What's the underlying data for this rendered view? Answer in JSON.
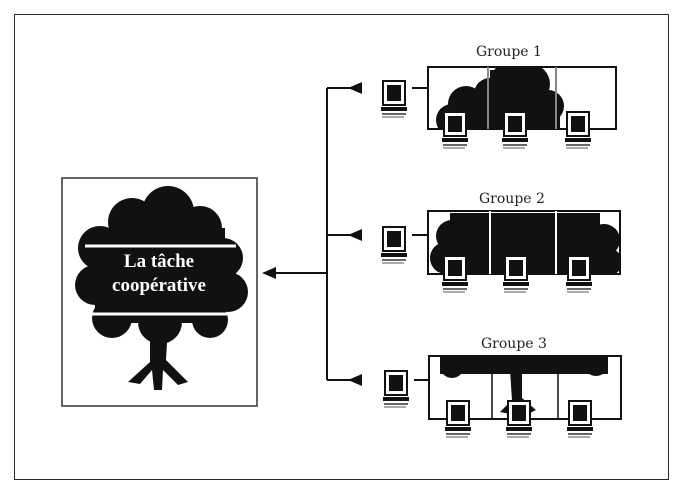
{
  "diagram": {
    "task_label_line1": "La tâche",
    "task_label_line2": "coopérative",
    "groups": [
      {
        "label": "Groupe 1"
      },
      {
        "label": "Groupe 2"
      },
      {
        "label": "Groupe 3"
      }
    ]
  },
  "colors": {
    "ink": "#111111",
    "paper": "#ffffff",
    "frame": "#2a2a2a"
  },
  "icons": [
    "tree-icon",
    "computer-icon",
    "arrow-icon"
  ]
}
